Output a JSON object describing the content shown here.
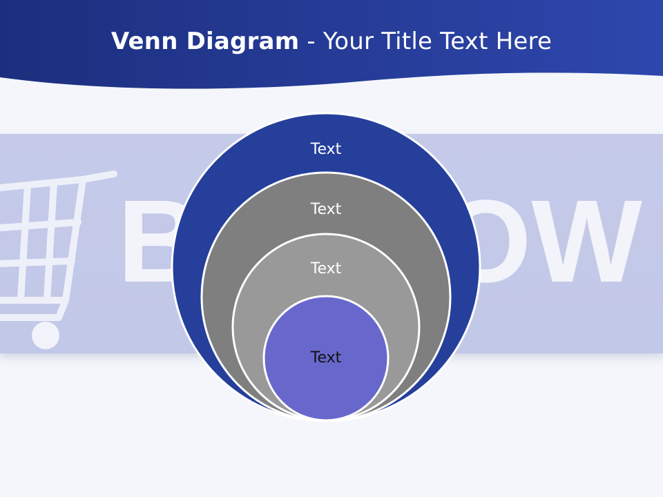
{
  "slide": {
    "title_bold": "Venn Diagram",
    "title_rest": " - Your Title Text Here",
    "watermark_left": "B",
    "watermark_right": "IOW"
  },
  "diagram": {
    "circles": [
      {
        "label": "Text",
        "color": "#253f9b"
      },
      {
        "label": "Text",
        "color": "#7f7f7f"
      },
      {
        "label": "Text",
        "color": "#999999"
      },
      {
        "label": "Text",
        "color": "#6868cc"
      }
    ]
  },
  "colors": {
    "header_dark": "#1c2f7e",
    "header_light": "#2e47ad",
    "background": "#f4f6fb",
    "band": "#c5cae9"
  },
  "icons": {
    "background_watermark": "shopping-cart-icon"
  }
}
